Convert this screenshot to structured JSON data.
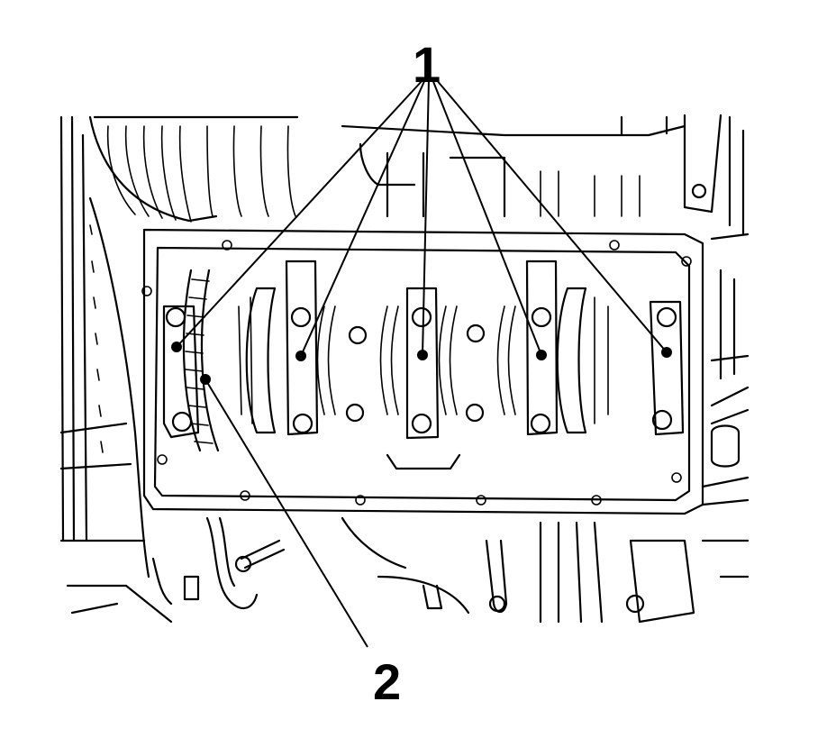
{
  "callouts": [
    {
      "id": "1",
      "text": "1",
      "description_targets": "bearing-cap-bolts"
    },
    {
      "id": "2",
      "text": "2",
      "description_targets": "reluctor-ring"
    }
  ],
  "colors": {
    "line": "#000000",
    "background": "#ffffff"
  }
}
